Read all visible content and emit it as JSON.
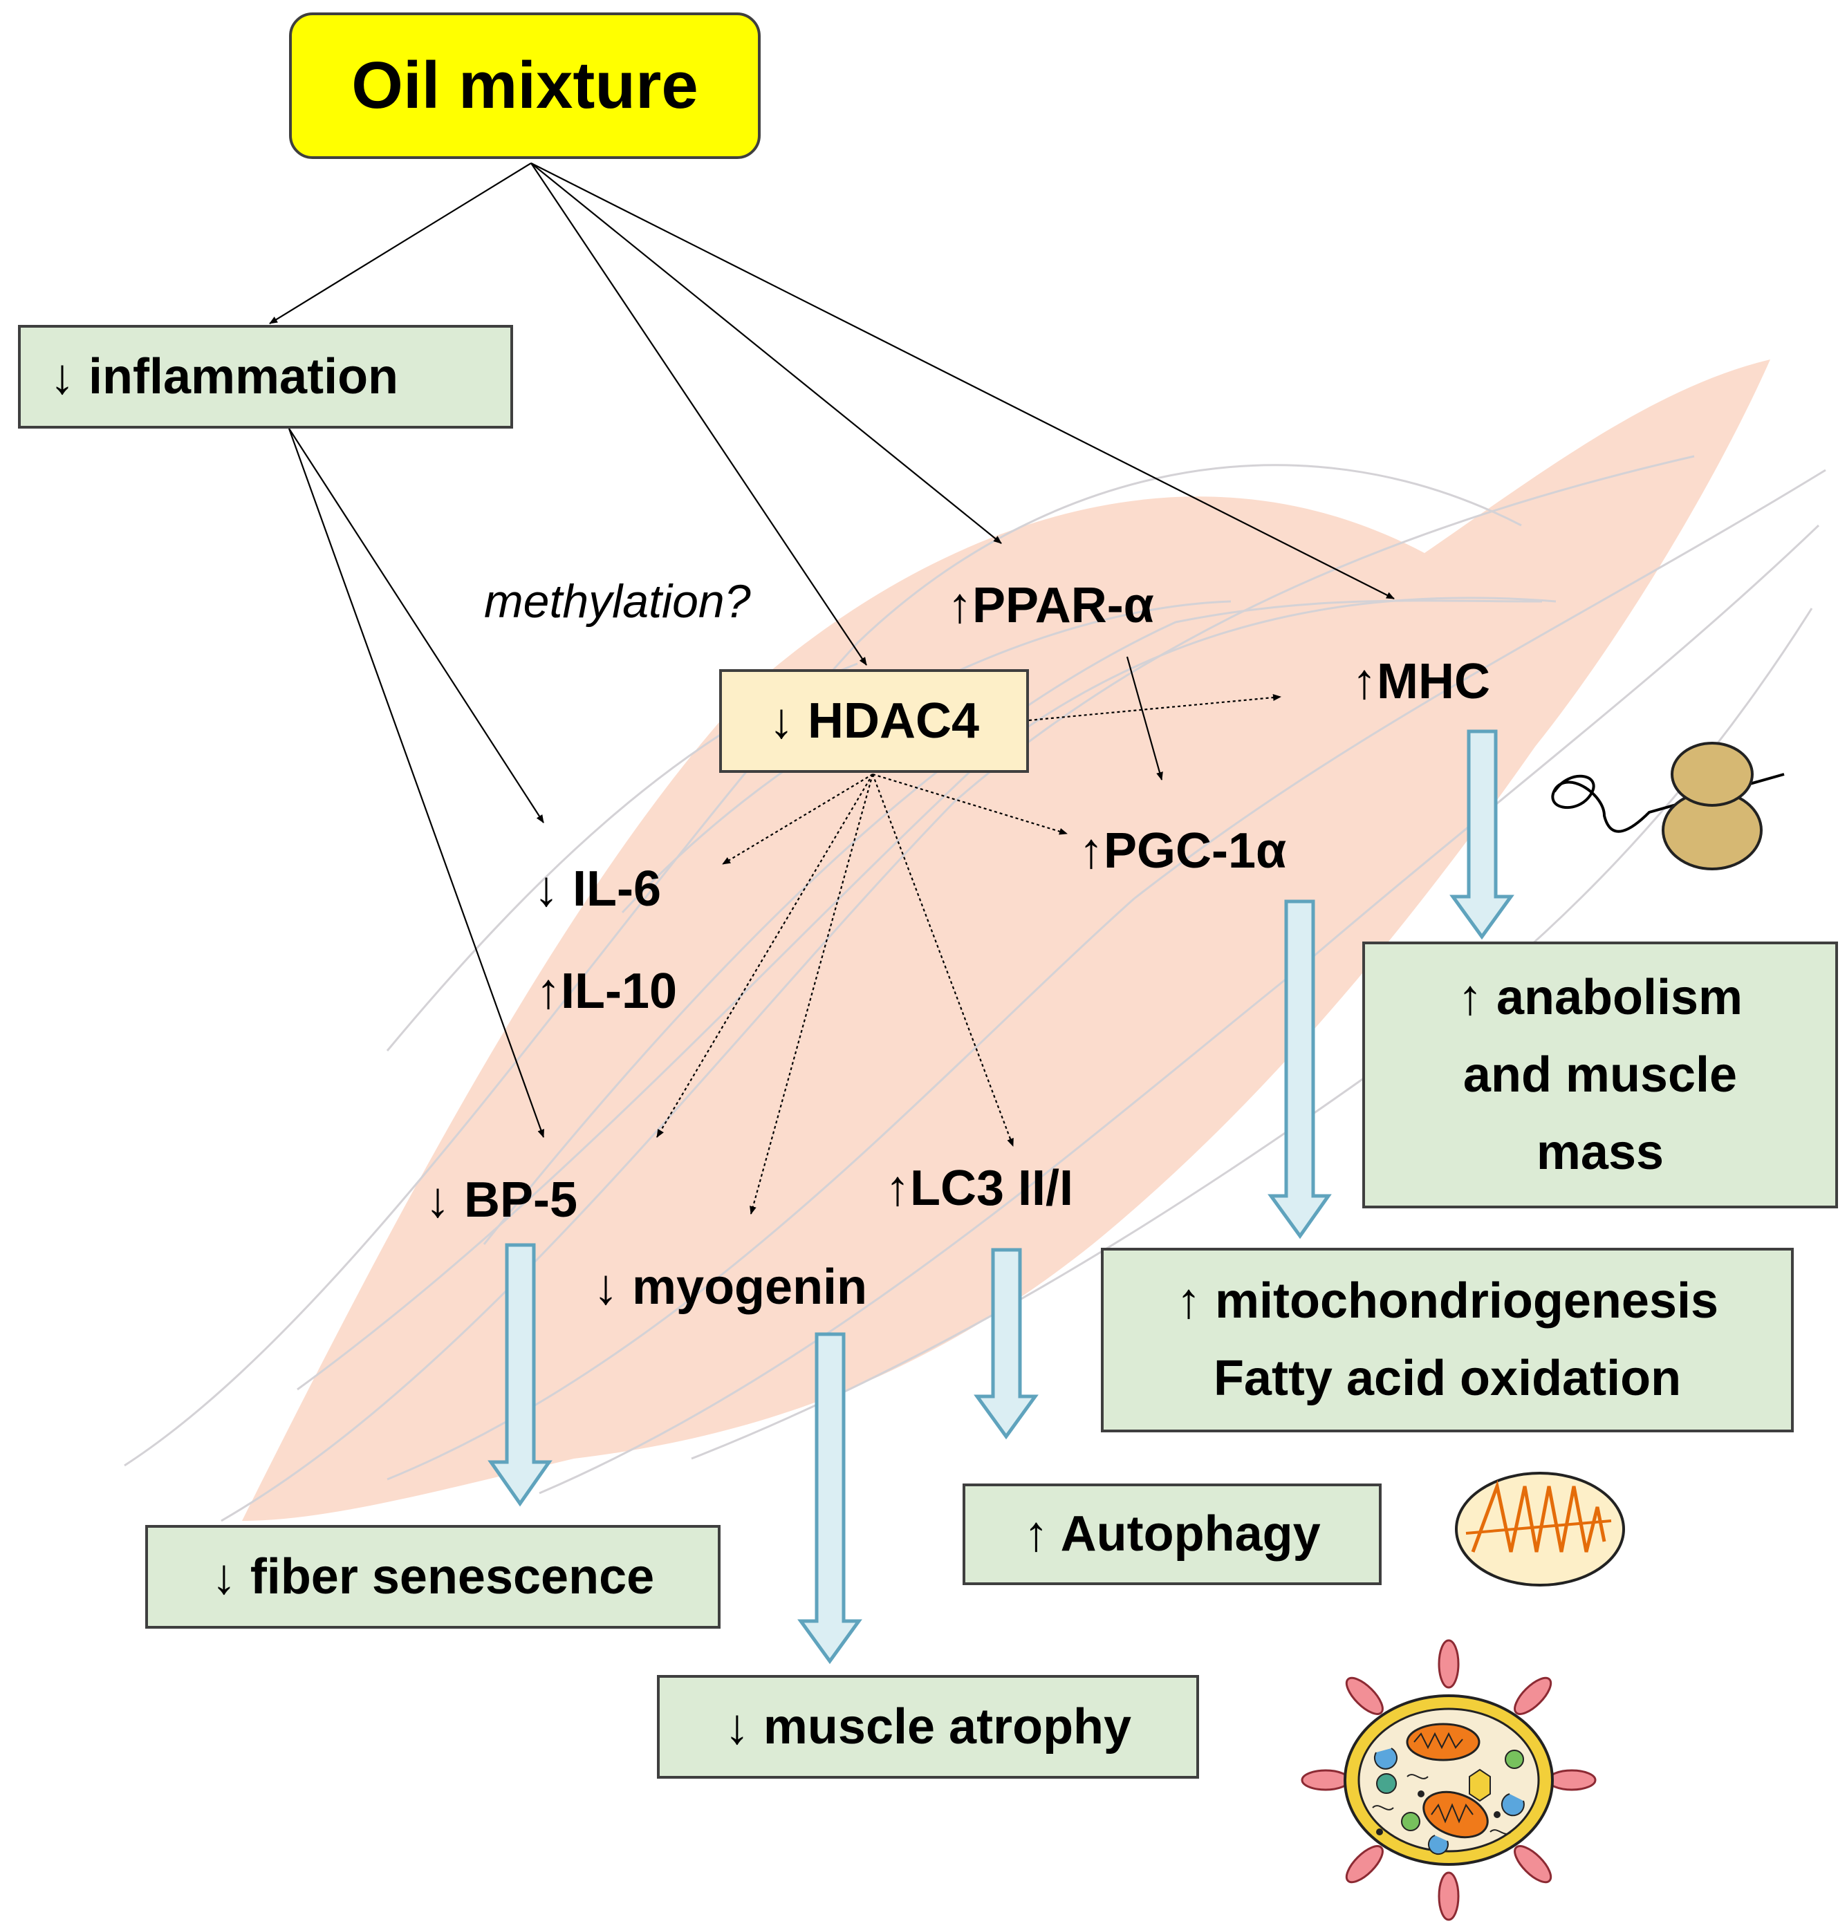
{
  "nodes": {
    "oil_mixture": "Oil mixture",
    "inflammation": "↓ inflammation",
    "methylation": "methylation?",
    "hdac4": "↓ HDAC4",
    "ppar": "↑PPAR-α",
    "mhc": "↑MHC",
    "pgc": "↑PGC-1α",
    "il6": "↓ IL-6",
    "il10": "↑IL-10",
    "bp5": "↓ BP-5",
    "myogenin": "↓ myogenin",
    "lc3": "↑LC3 II/I"
  },
  "outcomes": {
    "anabolism": "↑ anabolism\nand muscle\nmass",
    "mito": "↑ mitochondriogenesis\nFatty acid oxidation",
    "autophagy": "↑ Autophagy",
    "senescence": "↓ fiber senescence",
    "atrophy": "↓ muscle atrophy"
  },
  "colors": {
    "muscle": "#fbdccd",
    "fiber_line": "#d4d2d6",
    "outcome_box": "#dcebd5",
    "root_box": "#ffff00",
    "hdac_box": "#fdefc8",
    "block_arrow_fill": "#dbeef3",
    "block_arrow_stroke": "#5fa3bd"
  },
  "icons": [
    "ribosome-icon",
    "mitochondrion-icon",
    "autophagosome-icon"
  ]
}
